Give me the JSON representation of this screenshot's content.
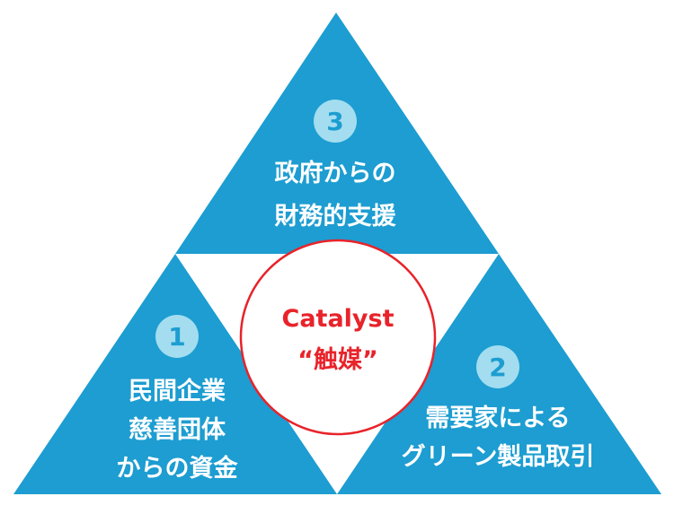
{
  "colors": {
    "triangle": "#1d9dd1",
    "badge": "#a3ddef",
    "label_text": "#ffffff",
    "accent": "#e8232a"
  },
  "center": {
    "title": "Catalyst",
    "subtitle": "“触媒”"
  },
  "segments": [
    {
      "number": "1",
      "lines": [
        "民間企業",
        "慈善団体",
        "からの資金"
      ]
    },
    {
      "number": "2",
      "lines": [
        "需要家による",
        "グリーン製品取引"
      ]
    },
    {
      "number": "3",
      "lines": [
        "政府からの",
        "財務的支援"
      ]
    }
  ]
}
